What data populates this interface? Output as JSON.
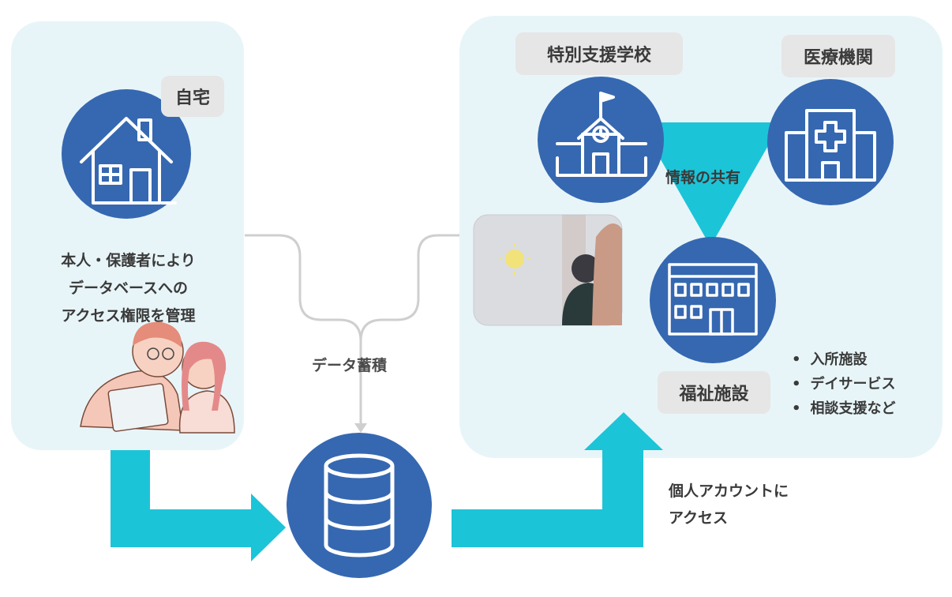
{
  "home": {
    "tag": "自宅",
    "description_lines": [
      "本人・保護者により",
      "データベースへの",
      "アクセス権限を管理"
    ]
  },
  "database": {
    "label": "データ蓄積"
  },
  "partners": {
    "school": "特別支援学校",
    "medical": "医療機関",
    "welfare": "福祉施設",
    "sharing": "情報の共有",
    "welfare_types": [
      "入所施設",
      "デイサービス",
      "相談支援など"
    ]
  },
  "access": {
    "lines": [
      "個人アカウントに",
      "アクセス"
    ]
  },
  "colors": {
    "panel": "#e8f5f8",
    "circle": "#3668b1",
    "arrow": "#1cc4d8",
    "triangle": "#1cc4d8",
    "tag": "#e6e6e6",
    "line": "#cfcfcf"
  },
  "icons": [
    "house-icon",
    "school-icon",
    "hospital-icon",
    "building-icon",
    "database-icon"
  ]
}
